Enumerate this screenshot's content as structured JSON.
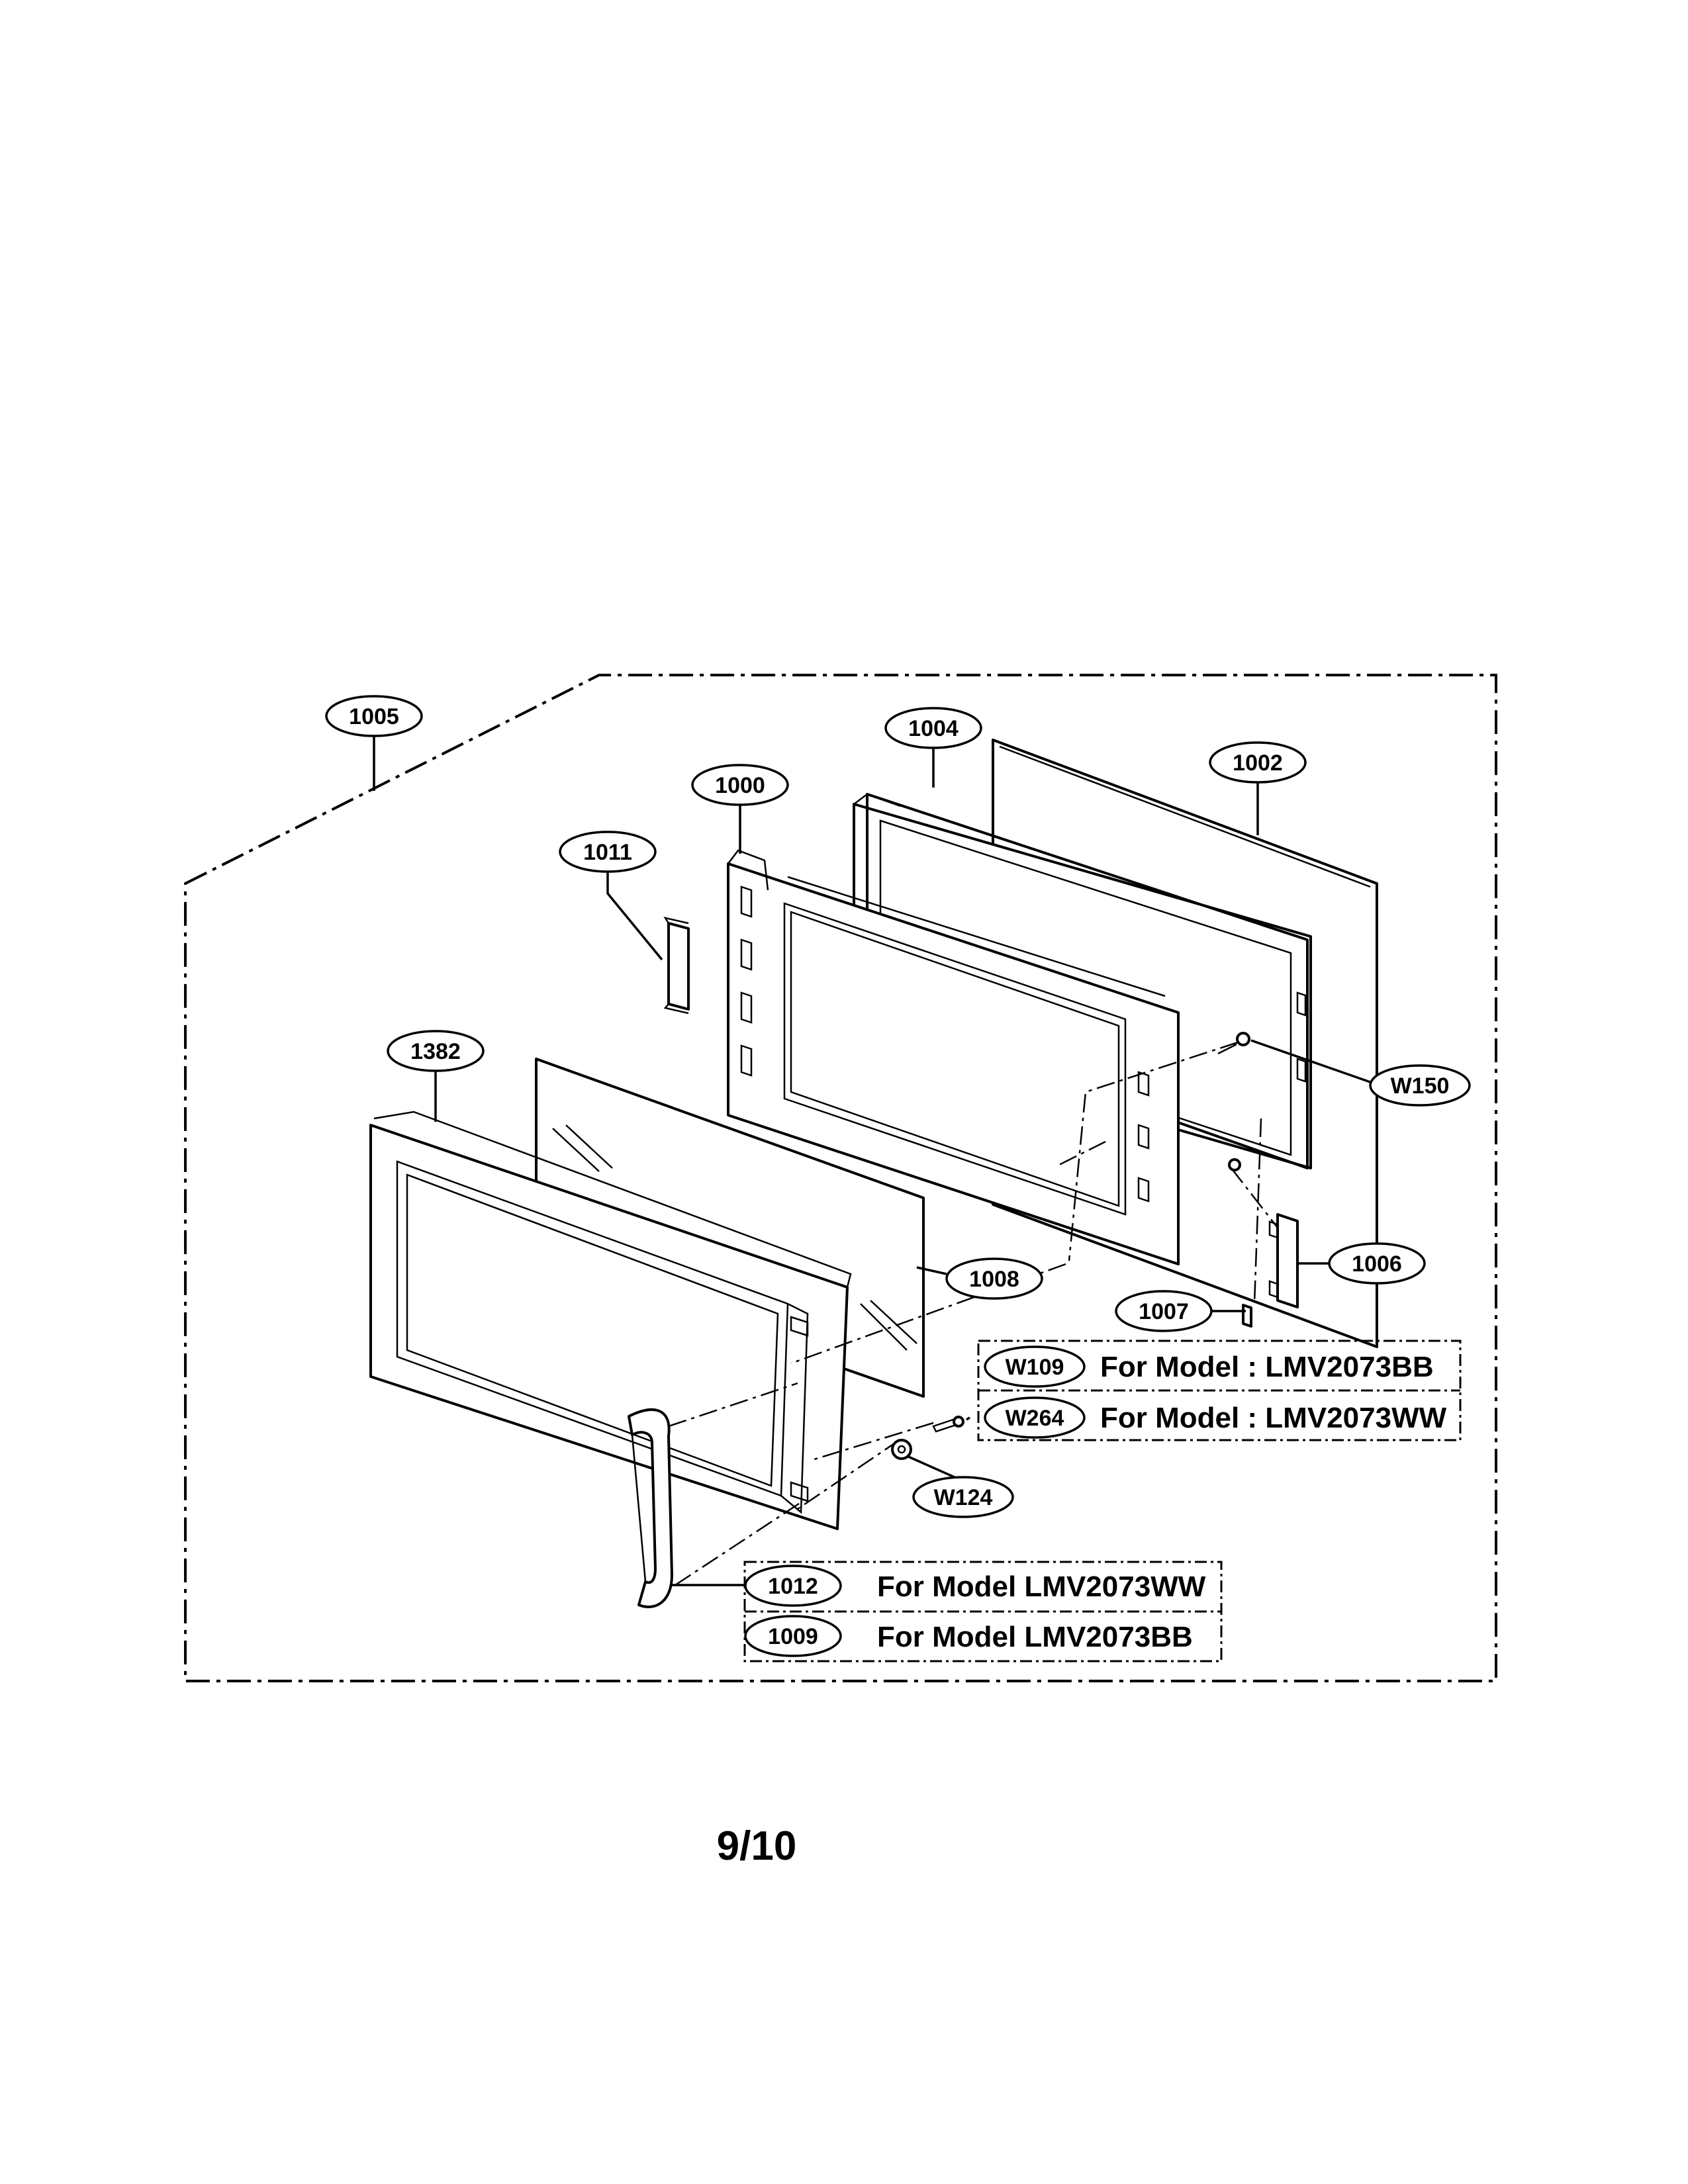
{
  "parts": {
    "p1005": "1005",
    "p1004": "1004",
    "p1002": "1002",
    "p1000": "1000",
    "p1011": "1011",
    "p1382": "1382",
    "pW150": "W150",
    "p1008": "1008",
    "p1006": "1006",
    "p1007": "1007",
    "pW109": "W109",
    "pW264": "W264",
    "pW124": "W124",
    "p1012": "1012",
    "p1009": "1009"
  },
  "model_notes": {
    "w109": "For Model : LMV2073BB",
    "w264": "For Model : LMV2073WW",
    "m1012": "For Model LMV2073WW",
    "m1009": "For Model LMV2073BB"
  },
  "page_number": "9/10"
}
